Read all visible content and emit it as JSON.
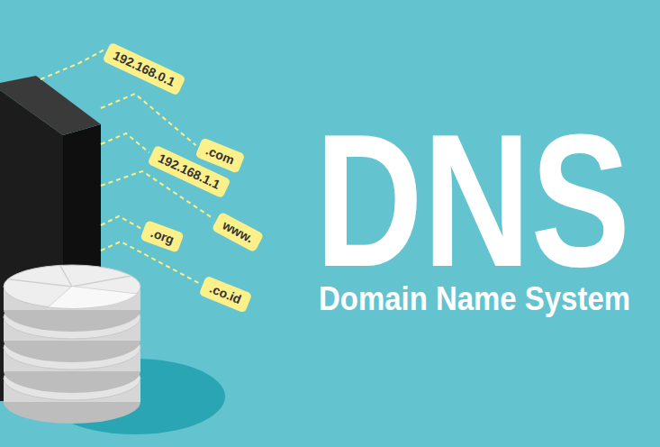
{
  "diagram": {
    "title": "DNS",
    "caption": "Domain Name System",
    "nodes": [
      {
        "text": [
          "192.168.0.1"
        ]
      },
      {
        "text": [
          ".com"
        ]
      },
      {
        "text": [
          "192.168.1.1"
        ]
      },
      {
        "text": [
          "www."
        ]
      },
      {
        "text": [
          ".org"
        ]
      },
      {
        "text": [
          ".co.id"
        ]
      }
    ]
  }
}
